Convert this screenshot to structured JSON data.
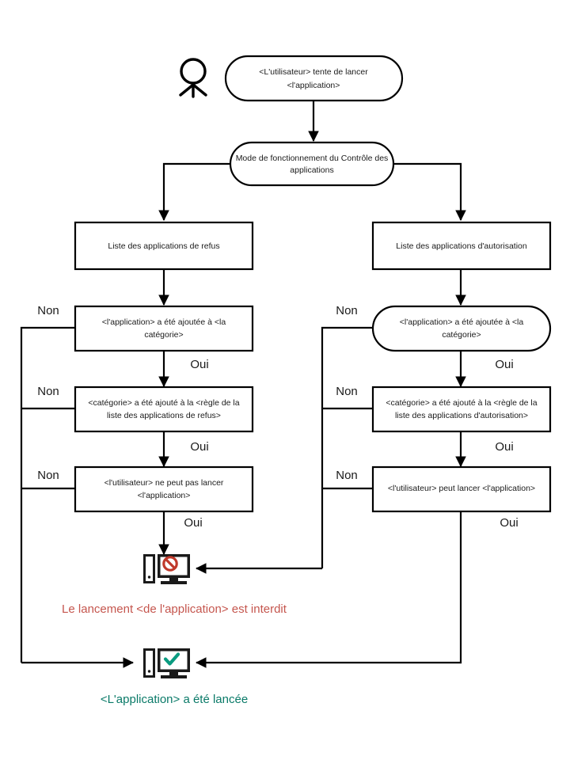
{
  "diagram": {
    "title": "Application Control operating mode decision flow",
    "actor": {
      "icon": "user-person-icon"
    },
    "nodes": {
      "start": {
        "shape": "stadium",
        "line1": "<L'utilisateur> tente de lancer",
        "line2": "<l'application>"
      },
      "mode": {
        "shape": "stadium",
        "line1": "Mode de fonctionnement du Contrôle des",
        "line2": "applications"
      },
      "deny_list": {
        "shape": "rectangle",
        "line1": "Liste des applications de refus",
        "line2": ""
      },
      "allow_list": {
        "shape": "rectangle",
        "line1": "Liste des applications d'autorisation",
        "line2": ""
      },
      "deny_app_added": {
        "shape": "rectangle",
        "line1": "<l'application> a été ajoutée à <la",
        "line2": "catégorie>"
      },
      "allow_app_added": {
        "shape": "stadium",
        "line1": "<l'application> a été ajoutée à <la",
        "line2": "catégorie>"
      },
      "deny_cat_added": {
        "shape": "rectangle",
        "line1": "<catégorie> a été ajouté à la <règle de la",
        "line2": "liste des applications de refus>"
      },
      "allow_cat_added": {
        "shape": "rectangle",
        "line1": "<catégorie> a été ajouté à la <règle de la",
        "line2": "liste des applications d'autorisation>"
      },
      "deny_user_cannot": {
        "shape": "rectangle",
        "line1": "<l'utilisateur> ne peut pas lancer",
        "line2": "<l'application>"
      },
      "allow_user_can": {
        "shape": "rectangle",
        "line1": "<l'utilisateur> peut lancer <l'application>",
        "line2": ""
      }
    },
    "edge_labels": {
      "non": "Non",
      "oui": "Oui"
    },
    "outcomes": {
      "denied": {
        "icon": "computer-denied-icon",
        "caption": "Le lancement <de l'application> est interdit",
        "color": "#c5564e"
      },
      "allowed": {
        "icon": "computer-allowed-icon",
        "caption": "<L'application> a été lancée",
        "color": "#0a7a68"
      }
    }
  }
}
